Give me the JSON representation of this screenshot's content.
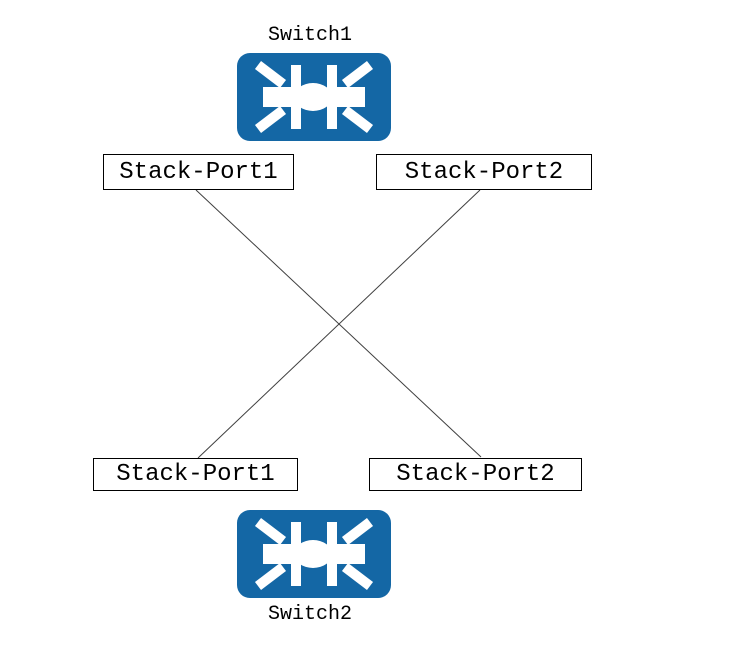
{
  "diagram": {
    "switches": [
      {
        "name": "Switch1"
      },
      {
        "name": "Switch2"
      }
    ],
    "ports": [
      {
        "label": "Stack-Port1"
      },
      {
        "label": "Stack-Port2"
      },
      {
        "label": "Stack-Port1"
      },
      {
        "label": "Stack-Port2"
      }
    ],
    "connections": [
      {
        "from": "Switch1 Stack-Port1",
        "to": "Switch2 Stack-Port2"
      },
      {
        "from": "Switch1 Stack-Port2",
        "to": "Switch2 Stack-Port1"
      }
    ],
    "colors": {
      "switch_blue": "#1467A5",
      "icon_glyph": "#FFFFFF",
      "line": "#3F3F3F",
      "box_border": "#000000",
      "background": "#FFFFFF"
    }
  }
}
